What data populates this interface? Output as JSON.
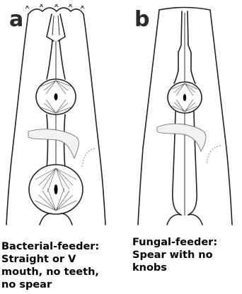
{
  "panels": [
    {
      "letter": "a",
      "caption_lines": [
        "Bacterial-feeder:",
        "Straight or V",
        "mouth, no teeth,",
        "no spear"
      ]
    },
    {
      "letter": "b",
      "caption_lines": [
        "Fungal-feeder:",
        "Spear with no",
        "knobs"
      ]
    }
  ]
}
